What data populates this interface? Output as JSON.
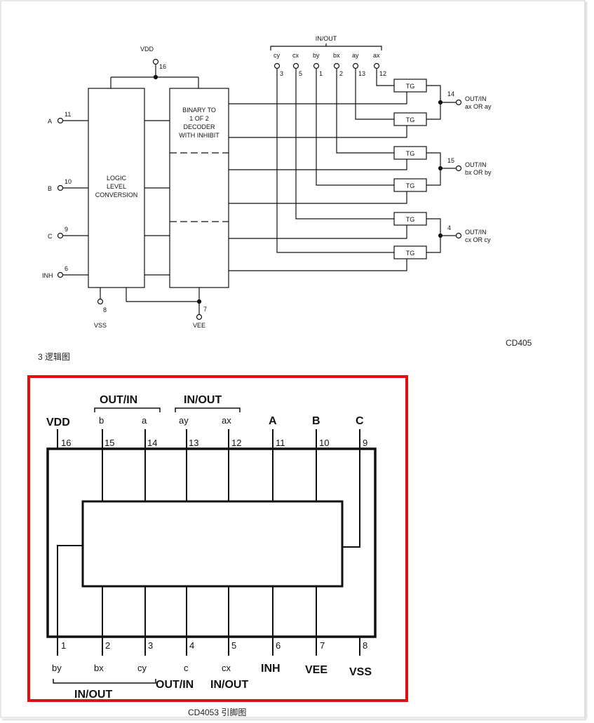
{
  "logic_diagram": {
    "vdd_label": "VDD",
    "vss_label": "VSS",
    "vee_label": "VEE",
    "pin16": "16",
    "pin8": "8",
    "pin7": "7",
    "block_logic": [
      "LOGIC",
      "LEVEL",
      "CONVERSION"
    ],
    "block_decoder": [
      "BINARY TO",
      "1 OF 2",
      "DECODER",
      "WITH INHIBIT"
    ],
    "inputs": [
      {
        "name": "A",
        "pin": "11"
      },
      {
        "name": "B",
        "pin": "10"
      },
      {
        "name": "C",
        "pin": "9"
      },
      {
        "name": "INH",
        "pin": "6"
      }
    ],
    "inout_header": "IN/OUT",
    "top_channels": [
      {
        "name": "cy",
        "pin": "3"
      },
      {
        "name": "cx",
        "pin": "5"
      },
      {
        "name": "by",
        "pin": "1"
      },
      {
        "name": "bx",
        "pin": "2"
      },
      {
        "name": "ay",
        "pin": "13"
      },
      {
        "name": "ax",
        "pin": "12"
      }
    ],
    "tg_label": "TG",
    "outputs": [
      {
        "pin": "14",
        "line1": "OUT/IN",
        "line2": "ax OR ay"
      },
      {
        "pin": "15",
        "line1": "OUT/IN",
        "line2": "bx OR by"
      },
      {
        "pin": "4",
        "line1": "OUT/IN",
        "line2": "cx OR cy"
      }
    ],
    "part_label": "CD405",
    "caption": "3 逻辑图"
  },
  "pinout": {
    "top_groups": {
      "out_in": "OUT/IN",
      "in_out": "IN/OUT"
    },
    "top_pins": [
      {
        "label": "VDD",
        "num": "16"
      },
      {
        "label": "b",
        "num": "15"
      },
      {
        "label": "a",
        "num": "14"
      },
      {
        "label": "ay",
        "num": "13"
      },
      {
        "label": "ax",
        "num": "12"
      },
      {
        "label": "A",
        "num": "11"
      },
      {
        "label": "B",
        "num": "10"
      },
      {
        "label": "C",
        "num": "9"
      }
    ],
    "bottom_pins": [
      {
        "label": "by",
        "num": "1"
      },
      {
        "label": "bx",
        "num": "2"
      },
      {
        "label": "cy",
        "num": "3"
      },
      {
        "label": "c",
        "num": "4"
      },
      {
        "label": "cx",
        "num": "5"
      },
      {
        "label": "INH",
        "num": "6"
      },
      {
        "label": "VEE",
        "num": "7"
      },
      {
        "label": "VSS",
        "num": "8"
      }
    ],
    "bottom_groups": {
      "in_out_left": "IN/OUT",
      "out_in": "OUT/IN",
      "in_out": "IN/OUT"
    },
    "caption": "CD4053 引脚图"
  },
  "colors": {
    "frame_border": "#cccccc",
    "highlight": "#e01010",
    "line": "#111111"
  }
}
